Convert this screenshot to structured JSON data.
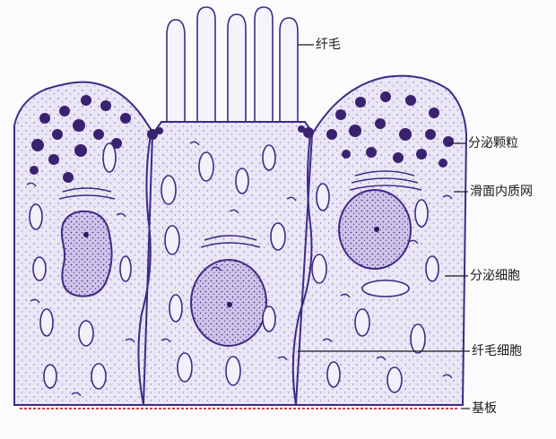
{
  "labels": {
    "cilia": "纤毛",
    "secretory_granule": "分泌颗粒",
    "smooth_er": "滑面内质网",
    "secretory_cell": "分泌细胞",
    "ciliated_cell": "纤毛细胞",
    "basement_membrane": "基板"
  },
  "colors": {
    "ink": "#3d2a86",
    "cytoplasm": "#ebe6f6",
    "granule": "#3a2270",
    "nucleus": "#cfc3ea",
    "basal_line": "#d04040",
    "background": "#fbfbfd",
    "leader_line": "#1a1a1a"
  }
}
